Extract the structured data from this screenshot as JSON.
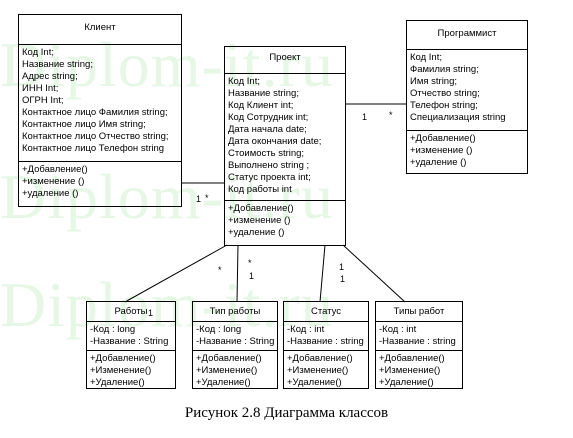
{
  "watermark": [
    "Diplom-it.ru",
    "Diplom-it.ru",
    "Diplom-it.ru"
  ],
  "classes": {
    "klient": {
      "name": "Клиент",
      "attributes": [
        "Код Int;",
        "Название string;",
        "Адрес string;",
        "ИНН Int;",
        "ОГРН Int;",
        "Контактное лицо Фамилия string;",
        "Контактное лицо Имя string;",
        "Контактное лицо Отчество string;",
        "Контактное лицо Телефон string"
      ],
      "operations": [
        "+Добавление()",
        "+изменение ()",
        "+удаление ()"
      ]
    },
    "proekt": {
      "name": "Проект",
      "attributes": [
        "Код Int;",
        "Название string;",
        "Код Клиент int;",
        "Код Сотрудник int;",
        "Дата начала date;",
        "Дата окончания date;",
        "Стоимость string;",
        "Выполнено string ;",
        "Статус проекта int;",
        "Код работы int"
      ],
      "operations": [
        "+Добавление()",
        "+изменение ()",
        "+удаление ()"
      ]
    },
    "programmist": {
      "name": "Программист",
      "attributes": [
        "Код Int;",
        "Фамилия string;",
        "Имя string;",
        "Отчество string;",
        "Телефон string;",
        "Специализация string"
      ],
      "operations": [
        "+Добавление()",
        "+изменение ()",
        "+удаление ()"
      ]
    },
    "raboty": {
      "name": "Работы",
      "attributes": [
        "-Код : long",
        "-Название : String"
      ],
      "operations": [
        "+Добавление()",
        "+Изменение()",
        "+Удаление()"
      ]
    },
    "tip_raboty": {
      "name": "Тип работы",
      "attributes": [
        "-Код : long",
        "-Название : String"
      ],
      "operations": [
        "+Добавление()",
        "+Изменение()",
        "+Удаление()"
      ]
    },
    "status": {
      "name": "Статус",
      "attributes": [
        "-Код : int",
        "-Название : string"
      ],
      "operations": [
        "+Добавление()",
        "+Изменение()",
        "+Удаление()"
      ]
    },
    "tipy_rabot": {
      "name": "Типы работ",
      "attributes": [
        "-Код : int",
        "-Название : string"
      ],
      "operations": [
        "+Добавление()",
        "+Изменение()",
        "+Удаление()"
      ]
    }
  },
  "multiplicities": {
    "klient_end": "1",
    "klient_proekt_end": "*",
    "programmist_proekt_end": "1",
    "programmist_end": "*",
    "raboty_proekt_end": "*",
    "raboty_end": "1",
    "tip_proekt_end": "*",
    "tip_end": "1",
    "status_proekt_end": "1",
    "status_end": "1"
  },
  "caption": "Рисунок 2.8 Диаграмма классов"
}
